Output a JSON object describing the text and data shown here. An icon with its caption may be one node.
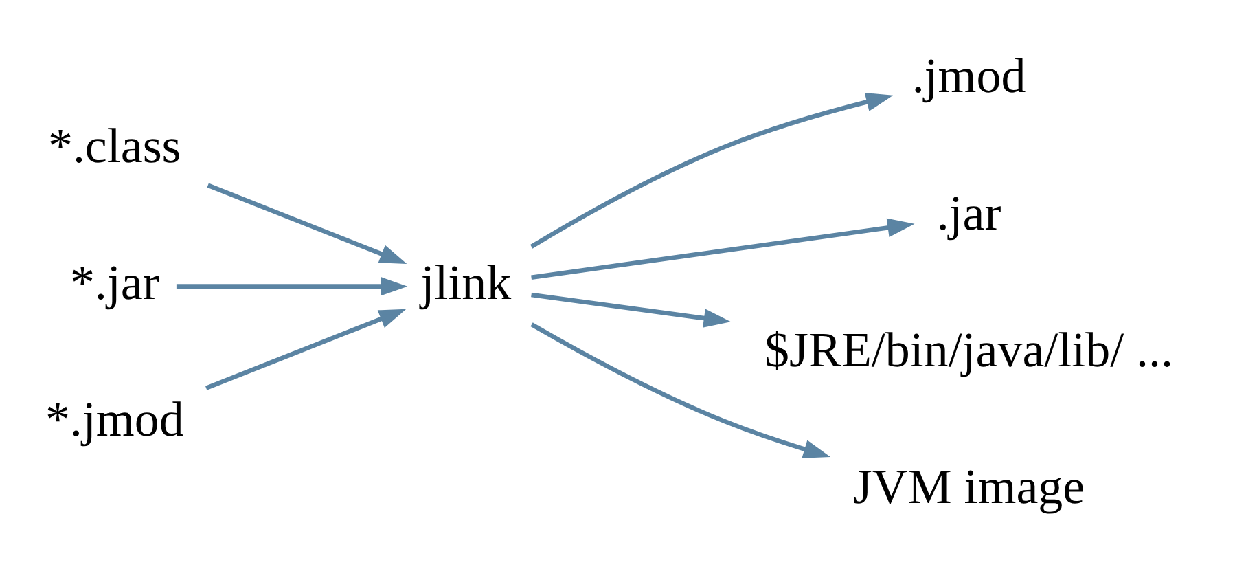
{
  "diagram": {
    "nodes": [
      {
        "text": [
          "*.class"
        ]
      },
      {
        "text": [
          "*.jar"
        ]
      },
      {
        "text": [
          "*.jmod"
        ]
      },
      {
        "text": [
          "jlink"
        ]
      },
      {
        "text": [
          ".jmod"
        ]
      },
      {
        "text": [
          ".jar"
        ]
      },
      {
        "text": [
          "$JRE/bin/java/lib/ ..."
        ]
      },
      {
        "text": [
          "JVM image"
        ]
      }
    ],
    "edges": [
      {
        "from": 0,
        "to": 3,
        "arrow": "to"
      },
      {
        "from": 1,
        "to": 3,
        "arrow": "to"
      },
      {
        "from": 2,
        "to": 3,
        "arrow": "to"
      },
      {
        "from": 3,
        "to": 4,
        "arrow": "to"
      },
      {
        "from": 3,
        "to": 5,
        "arrow": "to"
      },
      {
        "from": 3,
        "to": 6,
        "arrow": "to"
      },
      {
        "from": 3,
        "to": 7,
        "arrow": "to"
      }
    ]
  }
}
